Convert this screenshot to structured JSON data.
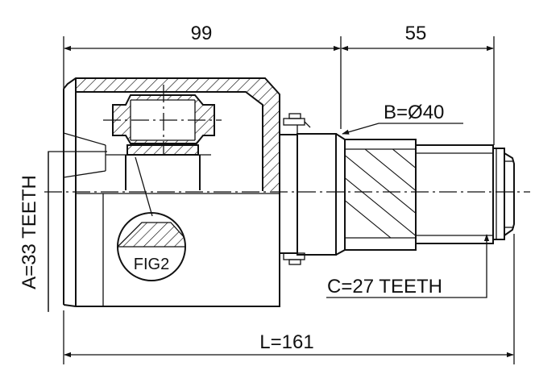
{
  "labels": {
    "dim_top_left": "99",
    "dim_top_right": "55",
    "dim_b": "B=Ø40",
    "dim_a": "A=33 TEETH",
    "dim_c": "C=27 TEETH",
    "dim_l": "L=161",
    "fig": "FIG2"
  },
  "colors": {
    "line": "#111111",
    "background": "#ffffff"
  }
}
